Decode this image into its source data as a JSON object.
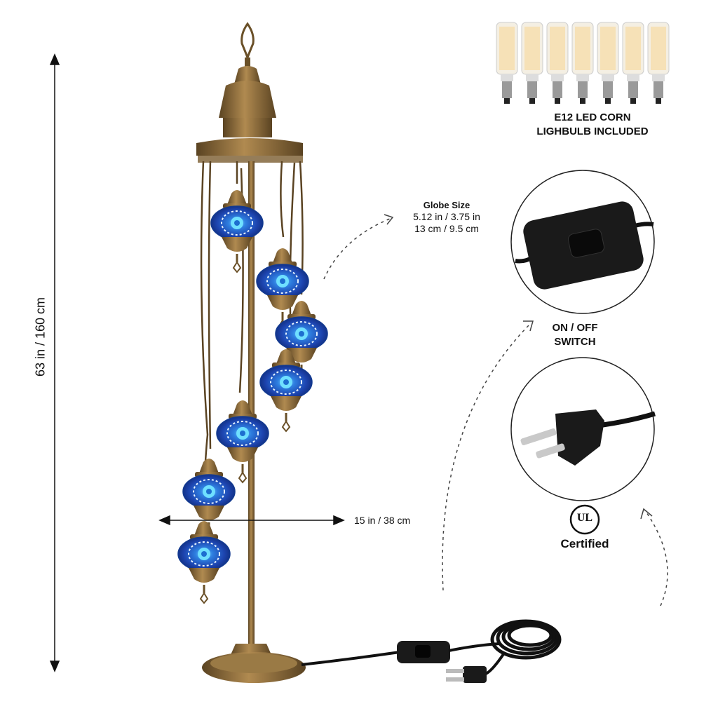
{
  "dimensions": {
    "height": "63 in / 160 cm",
    "width": "15 in / 38 cm"
  },
  "globe": {
    "title": "Globe Size",
    "line1": "5.12 in / 3.75 in",
    "line2": "13 cm / 9.5 cm"
  },
  "bulbs": {
    "line1": "E12 LED CORN",
    "line2": "LIGHBULB INCLUDED",
    "count": 7
  },
  "switch": {
    "line1": "ON / OFF",
    "line2": "SWITCH"
  },
  "certification": {
    "mark": "UL",
    "label": "Certified"
  },
  "colors": {
    "brass": "#8a6a3a",
    "brass_dark": "#5a4322",
    "glass_blue": "#1f4fb8",
    "glass_light": "#4fb6f0",
    "cable": "#151515"
  }
}
